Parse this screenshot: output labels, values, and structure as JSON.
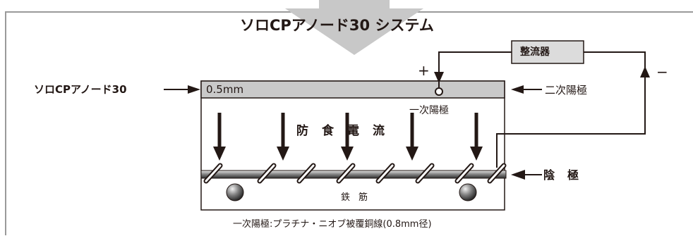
{
  "diagram": {
    "title": "ソロCPアノード30 システム",
    "product_label": "ソロCPアノード30",
    "coating_thickness": "0.5mm",
    "rectifier_label": "整流器",
    "plus_sign": "+",
    "minus_sign": "−",
    "secondary_anode_label": "二次陽極",
    "primary_anode_label": "一次陽極",
    "protective_current_label": "防食電流",
    "cathode_label": "陰極",
    "rebar_label": "鉄筋",
    "footnote": "一次陽極:プラチナ・ニオブ被覆銅線(0.8mm径)"
  },
  "colors": {
    "ink": "#231815",
    "secondary_anode_fill": "#c9c9c9",
    "watermark": "#c8c8c8",
    "frame": "#9a9a9a"
  }
}
